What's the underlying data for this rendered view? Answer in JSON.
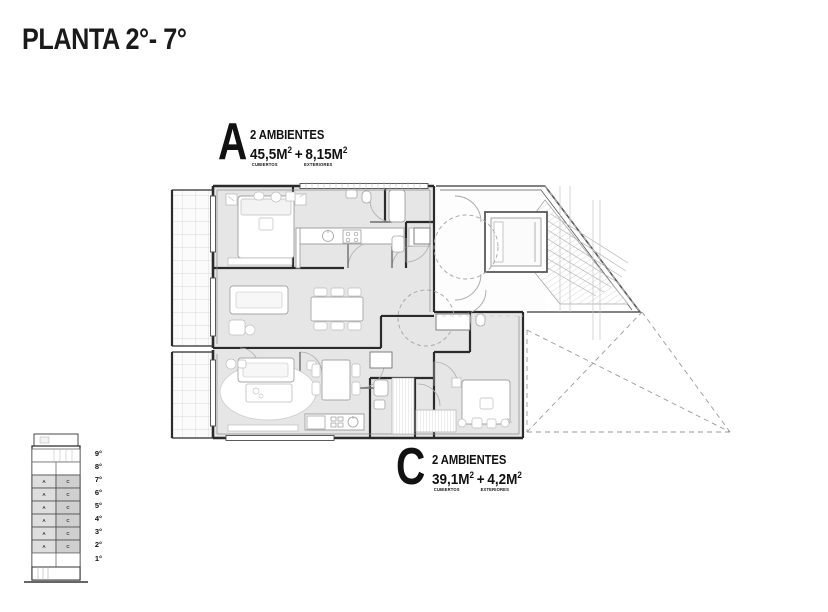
{
  "header": {
    "title": "PLANTA 2°- 7°"
  },
  "units": [
    {
      "letter": "A",
      "rooms": "2 AMBIENTES",
      "area_covered": "45,5M",
      "area_covered_sup": "2",
      "plus": "+",
      "area_outdoor": "8,15M",
      "area_outdoor_sup": "2",
      "sub_covered": "CUBIERTOS",
      "sub_outdoor": "EXTERIORES"
    },
    {
      "letter": "C",
      "rooms": "2 AMBIENTES",
      "area_covered": "39,1M",
      "area_covered_sup": "2",
      "plus": "+",
      "area_outdoor": "4,2M",
      "area_outdoor_sup": "2",
      "sub_covered": "CUBIERTOS",
      "sub_outdoor": "EXTERIORES"
    }
  ],
  "floor_diagram": {
    "floors": [
      {
        "label": "9°",
        "units": []
      },
      {
        "label": "8°",
        "units": []
      },
      {
        "label": "7°",
        "units": [
          "A",
          "C"
        ]
      },
      {
        "label": "6°",
        "units": [
          "A",
          "C"
        ]
      },
      {
        "label": "5°",
        "units": [
          "A",
          "C"
        ]
      },
      {
        "label": "4°",
        "units": [
          "A",
          "C"
        ]
      },
      {
        "label": "3°",
        "units": [
          "A",
          "C"
        ]
      },
      {
        "label": "2°",
        "units": [
          "A",
          "C"
        ]
      },
      {
        "label": "1°",
        "units": []
      }
    ],
    "highlighted_unit_a": "A",
    "highlighted_unit_c": "C"
  },
  "colors": {
    "ink": "#111111",
    "wall": "#2b2b2b",
    "floor_fill": "#e4e4e4",
    "light_line": "#bcbcbc",
    "dashed": "#8c8c8c",
    "balcony_grid": "#cfcfcf",
    "highlight_cell": "#d9d9d9",
    "page_bg": "#ffffff"
  },
  "plan": {
    "title": "floor-plan-2-7",
    "rooms": [
      "bedroom-a",
      "kitchen-a",
      "living-dining-a",
      "bathroom-a",
      "balcony-a",
      "bedroom-c",
      "kitchen-c",
      "living-dining-c",
      "bathroom-c",
      "balcony-c",
      "elevator-core",
      "stairs",
      "terrace-void"
    ]
  }
}
